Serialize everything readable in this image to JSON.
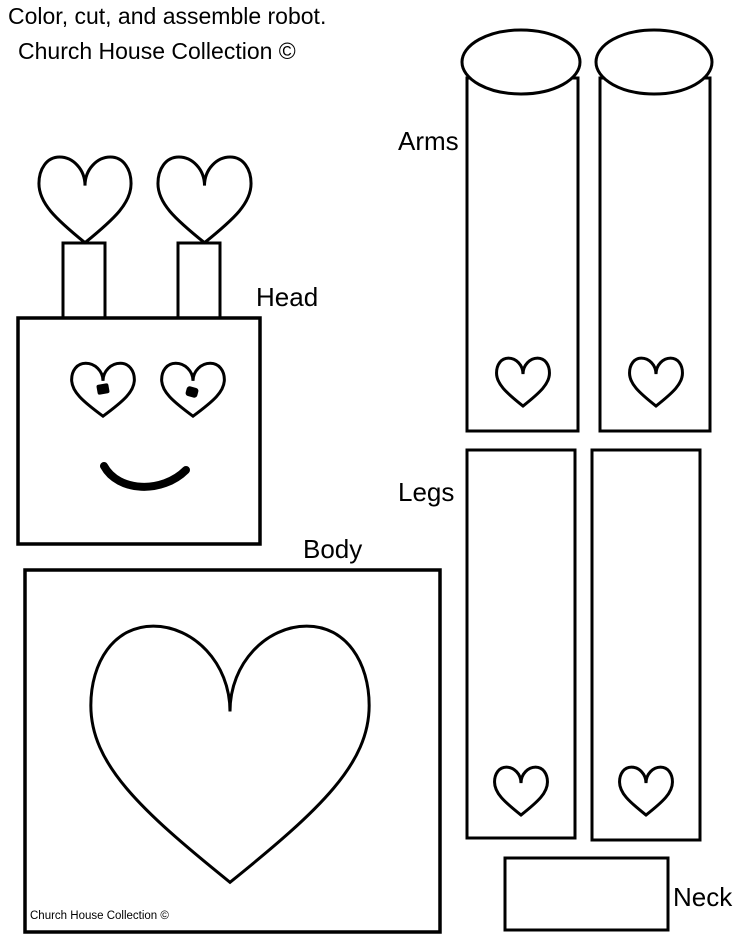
{
  "header": {
    "title_line1": "Color, cut, and assemble robot.",
    "title_line2": "Church House Collection ©"
  },
  "labels": {
    "arms": "Arms",
    "head": "Head",
    "body": "Body",
    "legs": "Legs",
    "neck": "Neck"
  },
  "footer": {
    "credit": "Church House Collection ©"
  },
  "colors": {
    "outline": "#000000",
    "paper": "#ffffff"
  }
}
